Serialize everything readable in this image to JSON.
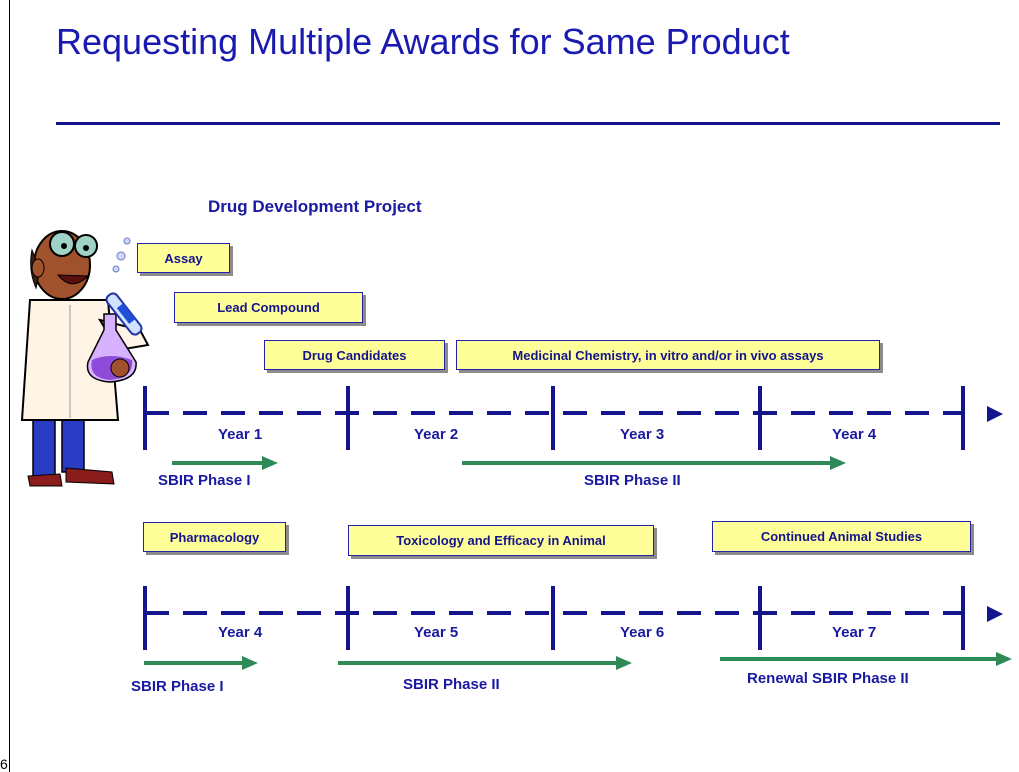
{
  "title": "Requesting Multiple Awards for Same Product",
  "subtitle": "Drug Development Project",
  "slide_number": "6",
  "icons": [
    "scientist-icon"
  ],
  "colors": {
    "title": "#1a1ab0",
    "timeline": "#14148c",
    "arrow": "#2e8b57",
    "box_fill": "#ffff99"
  },
  "timeline1": {
    "boxes": [
      "Assay",
      "Lead Compound",
      "Drug Candidates",
      "Medicinal Chemistry, in vitro and/or in vivo assays"
    ],
    "years": [
      "Year 1",
      "Year 2",
      "Year 3",
      "Year 4"
    ],
    "phases": [
      "SBIR Phase I",
      "SBIR Phase II"
    ]
  },
  "timeline2": {
    "boxes": [
      "Pharmacology",
      "Toxicology and Efficacy in Animal",
      "Continued Animal Studies"
    ],
    "years": [
      "Year 4",
      "Year 5",
      "Year 6",
      "Year 7"
    ],
    "phases": [
      "SBIR Phase I",
      "SBIR Phase II",
      "Renewal SBIR Phase II"
    ]
  }
}
